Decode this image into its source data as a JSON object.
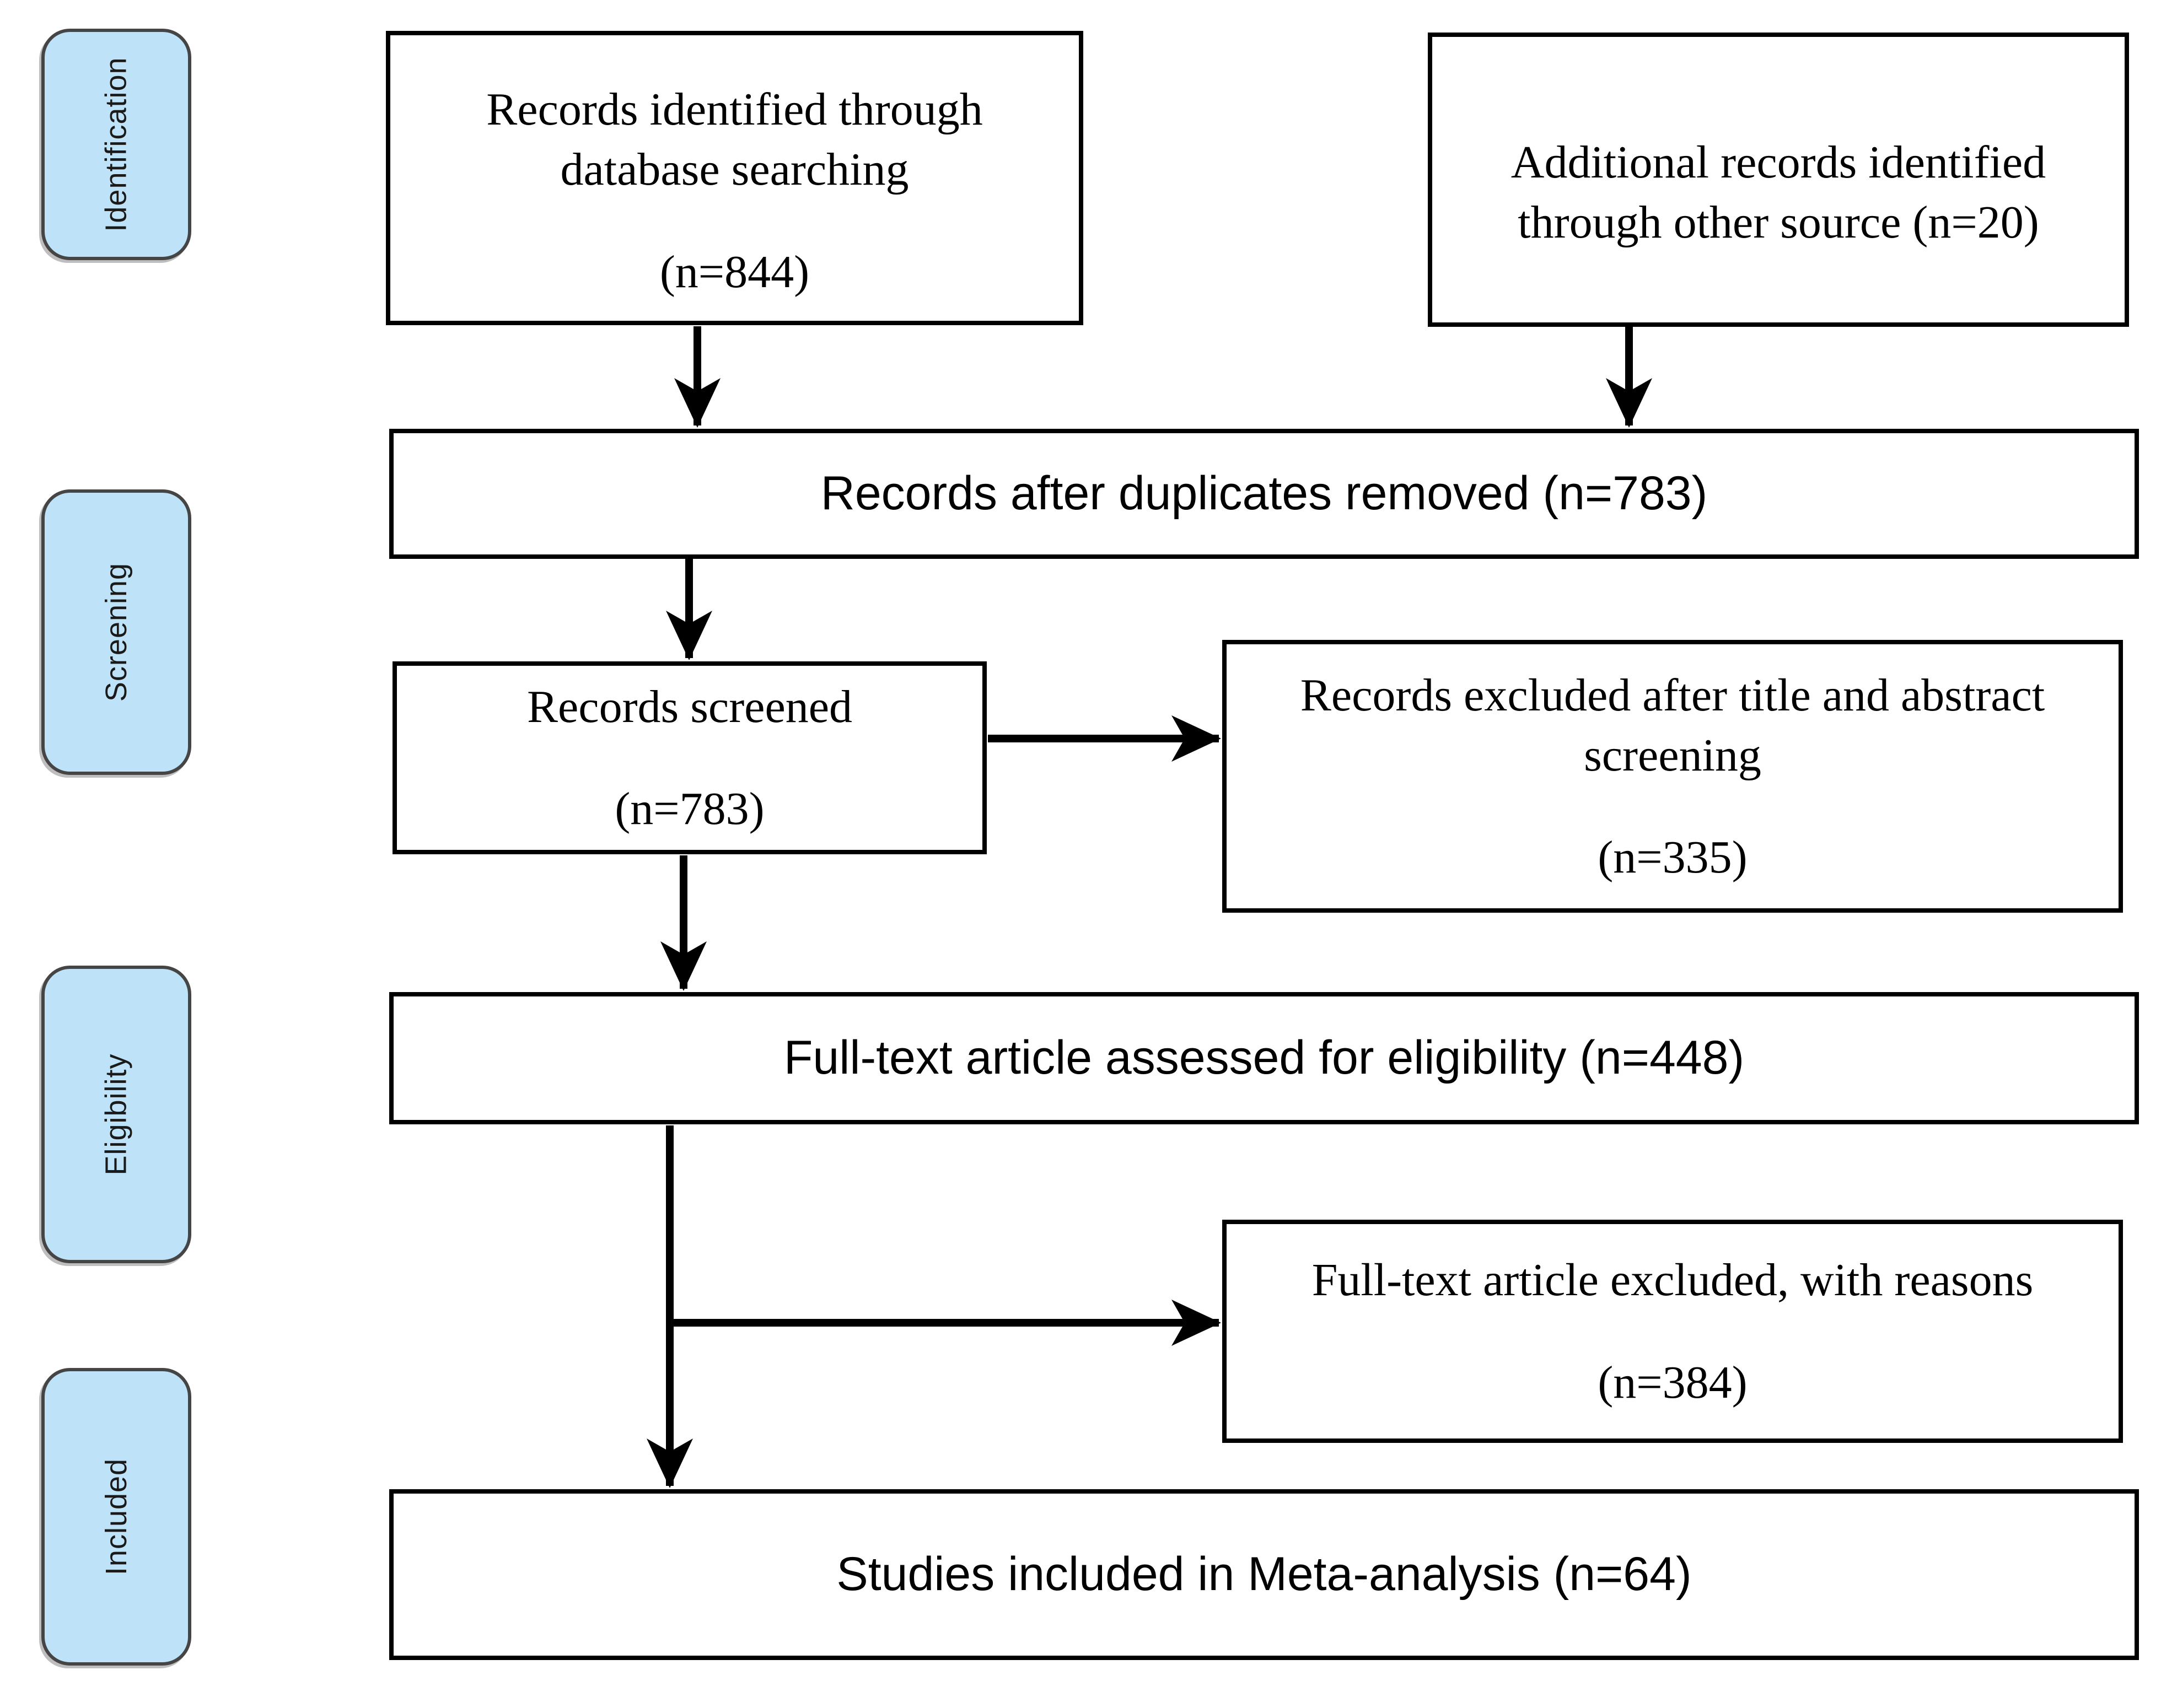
{
  "stages": [
    {
      "id": "identification",
      "label": "Identification"
    },
    {
      "id": "screening",
      "label": "Screening"
    },
    {
      "id": "eligibility",
      "label": "Eligibility"
    },
    {
      "id": "included",
      "label": "Included"
    }
  ],
  "nodes": {
    "records_identified": {
      "line1": "Records identified through",
      "line2": "database searching",
      "count": "(n=844)"
    },
    "additional_records": {
      "line1": "Additional records identified",
      "line2": "through other source (n=20)"
    },
    "after_duplicates": {
      "text": "Records after duplicates removed (n=783)"
    },
    "records_screened": {
      "line1": "Records screened",
      "count": "(n=783)"
    },
    "records_excluded": {
      "line1": "Records excluded after title and abstract",
      "line2": "screening",
      "count": "(n=335)"
    },
    "fulltext_assessed": {
      "text": "Full-text article assessed for eligibility (n=448)"
    },
    "fulltext_excluded": {
      "line1": "Full-text article excluded, with reasons",
      "count": "(n=384)"
    },
    "studies_included": {
      "text": "Studies included in Meta-analysis (n=64)"
    }
  },
  "colors": {
    "stage_fill": "#BEE3F8",
    "stage_border": "#454545",
    "box_border": "#000000",
    "arrow": "#000000",
    "text": "#000000"
  }
}
